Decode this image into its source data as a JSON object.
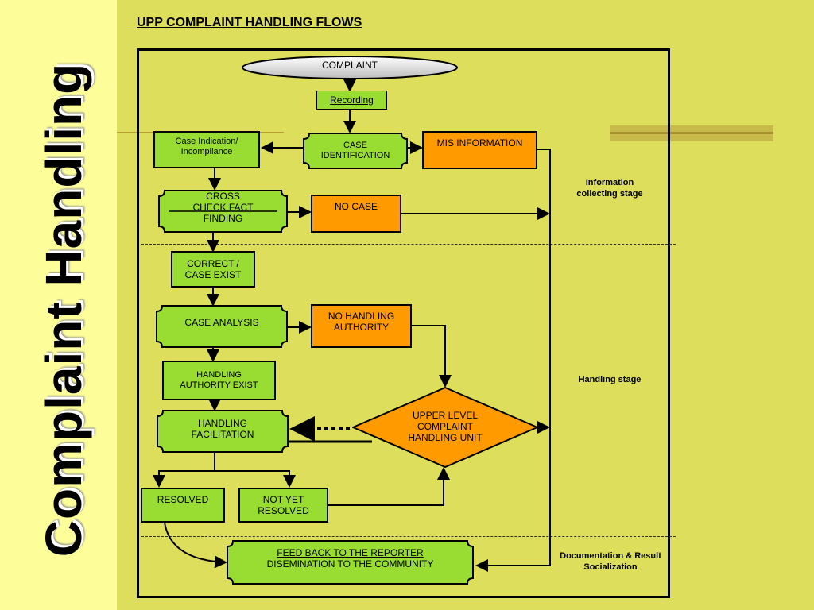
{
  "slide": {
    "side_title": "Complaint Handling",
    "title": "UPP COMPLAINT HANDLING FLOWS"
  },
  "nodes": {
    "complaint": "COMPLAINT",
    "recording": "Recording",
    "case_indication": "Case Indication/ Incompliance",
    "case_identification": "CASE IDENTIFICATION",
    "mis_information": "MIS INFORMATION",
    "cross_check": "CROSS CHECK FACT FINDING",
    "no_case": "NO CASE",
    "correct_case_exist": "CORRECT / CASE EXIST",
    "case_analysis": "CASE ANALYSIS",
    "no_handling_authority": "NO HANDLING AUTHORITY",
    "handling_authority_exist": "HANDLING AUTHORITY EXIST",
    "handling_facilitation": "HANDLING FACILITATION",
    "upper_level_unit": "UPPER LEVEL COMPLAINT HANDLING UNIT",
    "resolved": "RESOLVED",
    "not_yet_resolved": "NOT YET RESOLVED",
    "feedback_line1": "FEED BACK TO THE REPORTER",
    "feedback_line2": "DISEMINATION TO THE COMMUNITY"
  },
  "stages": {
    "information": "Information collecting stage",
    "handling": "Handling stage",
    "documentation": "Documentation & Result Socialization"
  },
  "colors": {
    "background": "#DDDE5B",
    "sidebar": "#FDFE9A",
    "green_box": "#99DD33",
    "orange_box": "#FF9A00"
  }
}
